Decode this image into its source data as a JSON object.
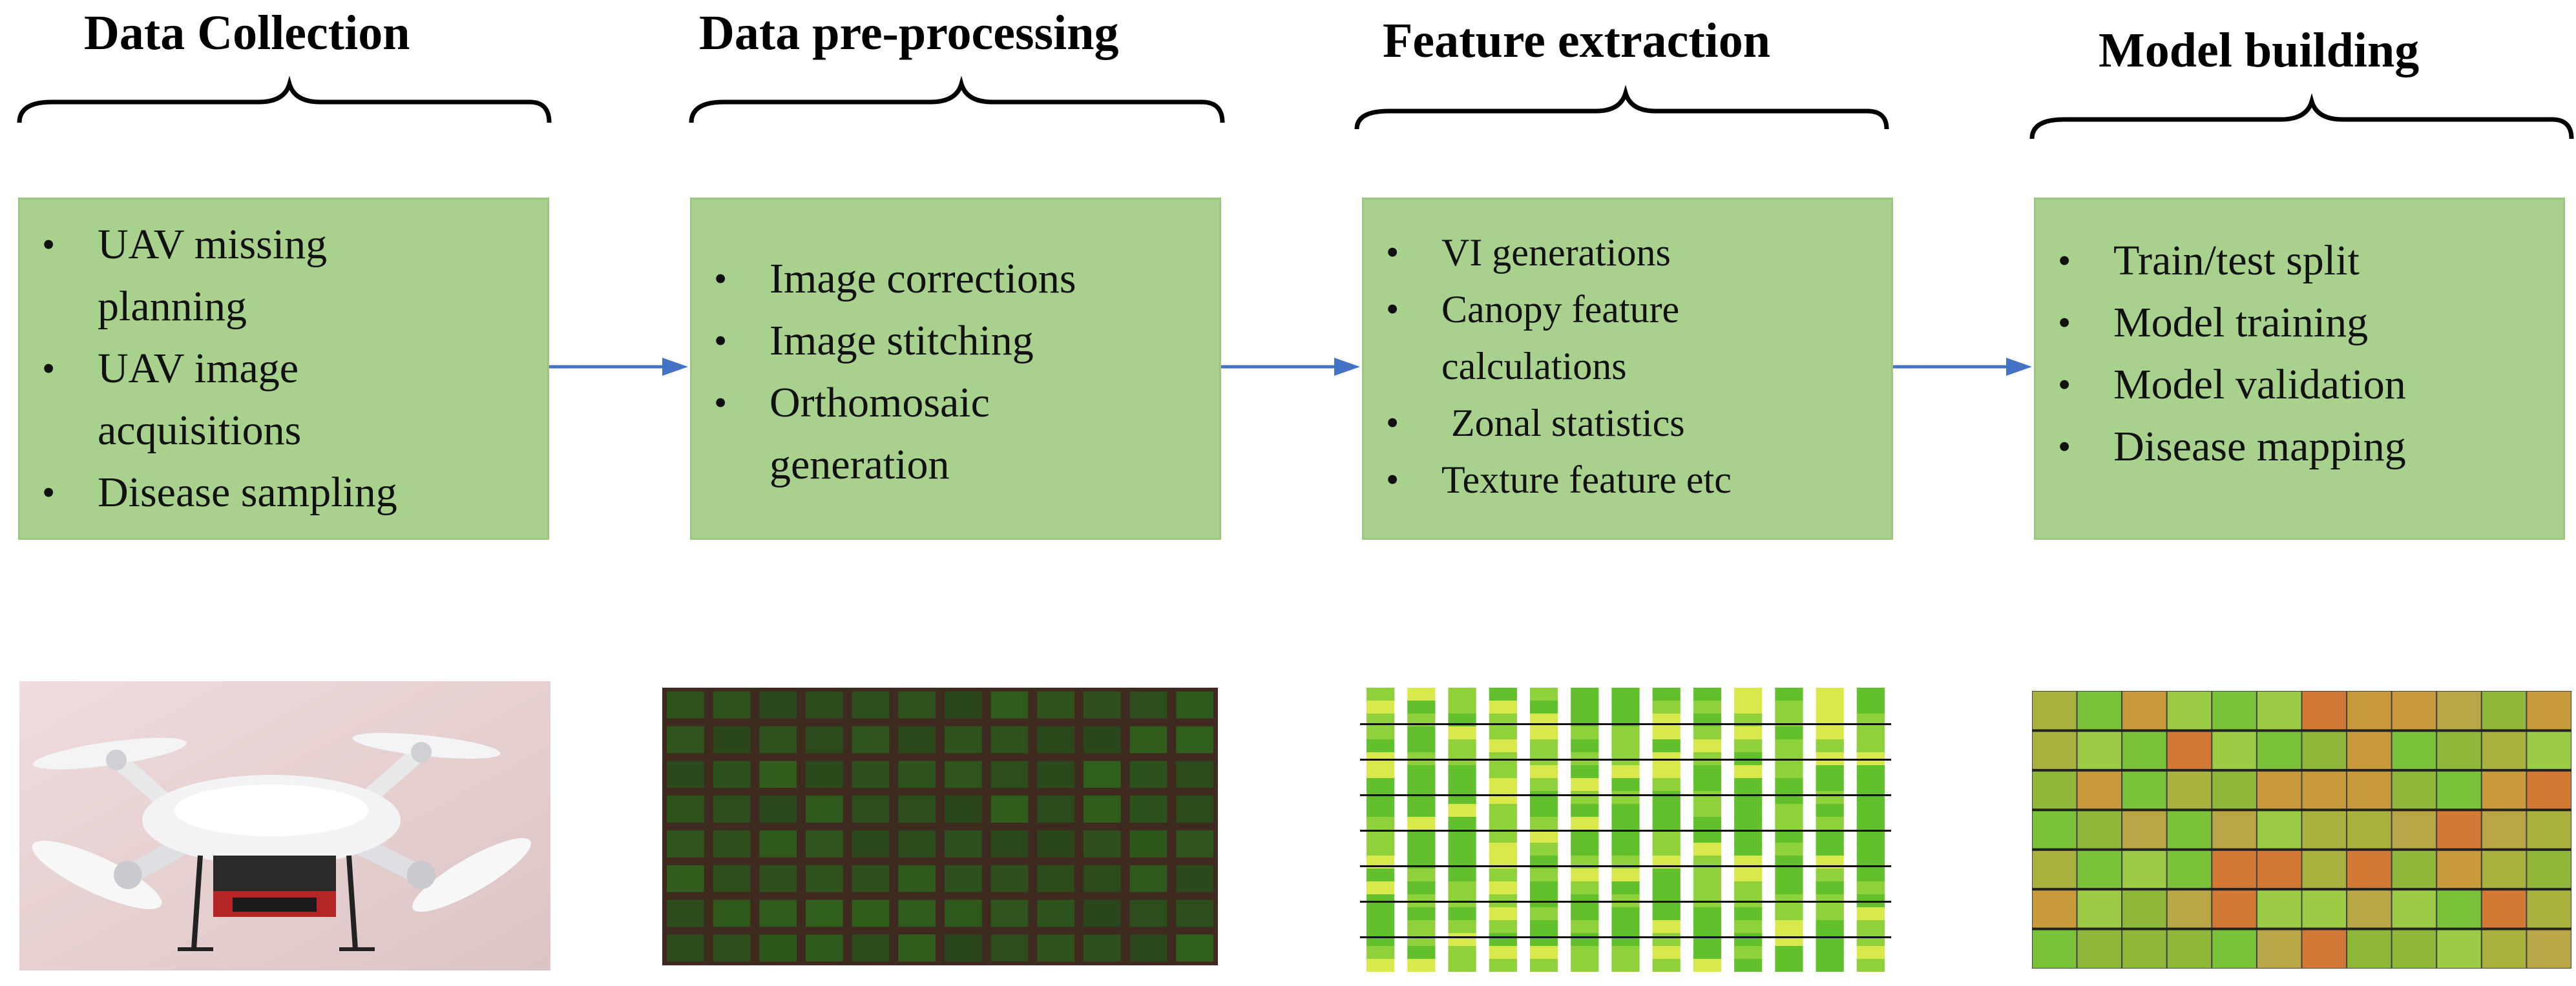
{
  "stages": [
    {
      "title": "Data Collection",
      "items": [
        "UAV missing planning",
        "UAV image acquisitions",
        "Disease sampling"
      ]
    },
    {
      "title": "Data pre-processing",
      "items": [
        "Image corrections",
        "Image stitching",
        "Orthomosaic generation"
      ]
    },
    {
      "title": "Feature extraction",
      "items": [
        "VI generations",
        "Canopy feature calculations",
        " Zonal statistics",
        "Texture feature etc"
      ]
    },
    {
      "title": "Model building",
      "items": [
        "Train/test split",
        "Model training",
        "Model validation",
        "Disease mapping"
      ]
    }
  ],
  "bullet_symbol": "•",
  "colors": {
    "box_fill": "#a9d18e",
    "arrow": "#4472c4",
    "text": "#000000"
  },
  "images": [
    "drone-photo",
    "rgb-orthomosaic",
    "vegetation-index-map",
    "disease-map"
  ]
}
